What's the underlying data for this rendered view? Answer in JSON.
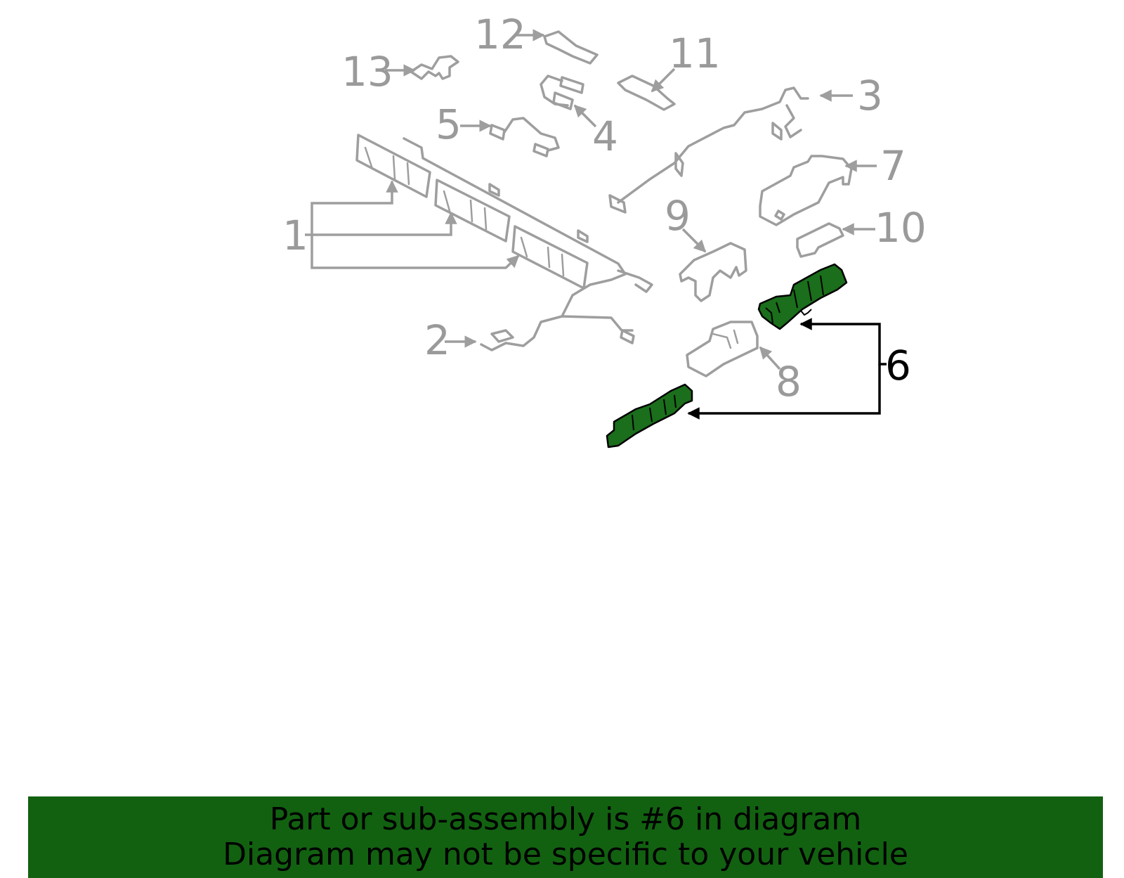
{
  "colors": {
    "banner_bg": "#126111",
    "highlight_fill": "#1b6e1b",
    "line_gray": "#9e9e9e",
    "label_gray": "#9a9a9a",
    "highlight_text": "#000000"
  },
  "callouts": {
    "c1": "1",
    "c2": "2",
    "c3": "3",
    "c4": "4",
    "c5": "5",
    "c6": "6",
    "c7": "7",
    "c8": "8",
    "c9": "9",
    "c10": "10",
    "c11": "11",
    "c12": "12",
    "c13": "13"
  },
  "highlighted_part": "6",
  "banner": {
    "line1": "Part or sub-assembly is #6 in diagram",
    "line2": "Diagram may not be specific to your vehicle"
  }
}
